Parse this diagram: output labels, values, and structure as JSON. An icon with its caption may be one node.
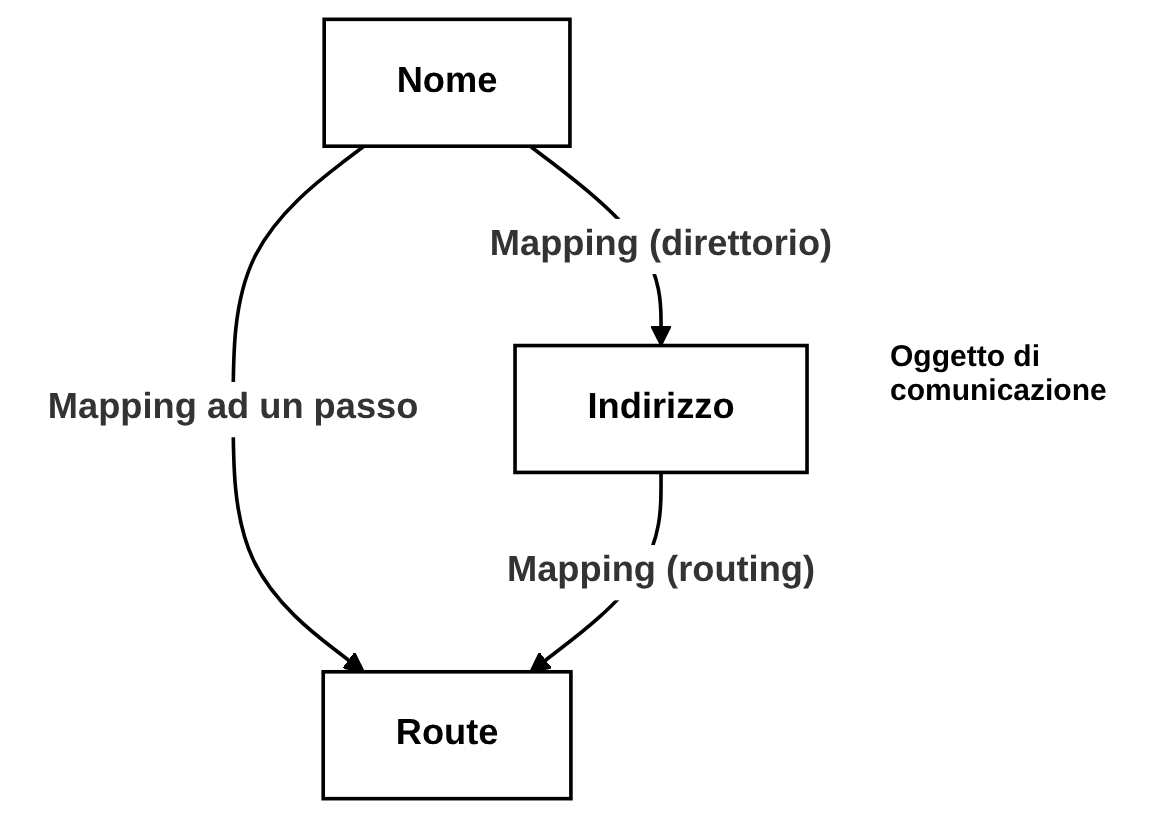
{
  "diagram": {
    "nodes": [
      {
        "text": [
          "Nome"
        ]
      },
      {
        "text": [
          "Indirizzo"
        ]
      },
      {
        "text": [
          "Route"
        ]
      }
    ],
    "edges": [
      {
        "from": 0,
        "to": 2,
        "arrow": "to",
        "label": "Mapping ad un passo"
      },
      {
        "from": 0,
        "to": 1,
        "arrow": "to",
        "label": "Mapping (direttorio)"
      },
      {
        "from": 1,
        "to": 2,
        "arrow": "to",
        "label": "Mapping (routing)"
      }
    ],
    "labels": [
      "Oggetto di comunicazione"
    ]
  }
}
